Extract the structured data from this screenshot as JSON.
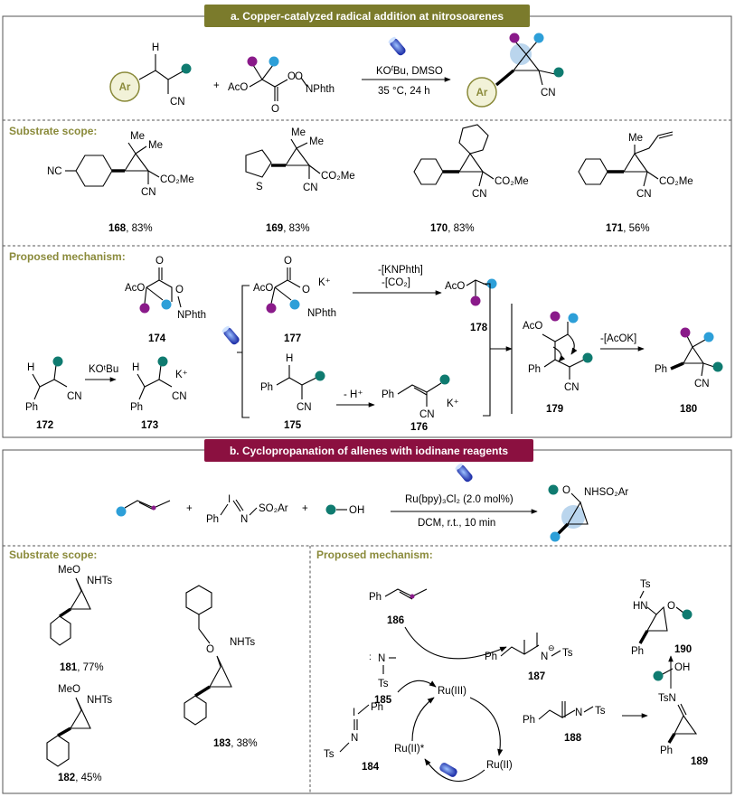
{
  "panel_a": {
    "header": "a. Copper-catalyzed radical addition at nitrosoarenes",
    "reaction": {
      "ar": "Ar",
      "h": "H",
      "cn": "CN",
      "plus": "+",
      "aco": "AcO",
      "o": "O",
      "nphth": "NPhth",
      "cond1": "KO",
      "cond1_sup": "t",
      "cond1_rest": "Bu, DMSO",
      "cond2": "35 °C, 24 h"
    },
    "substrate_scope_title": "Substrate scope:",
    "substrates": [
      {
        "id": "168",
        "yield": ", 83%"
      },
      {
        "id": "169",
        "yield": ", 83%"
      },
      {
        "id": "170",
        "yield": ", 83%"
      },
      {
        "id": "171",
        "yield": ", 56%"
      }
    ],
    "sub_labels": {
      "nc": "NC",
      "me": "Me",
      "co2me": "CO₂Me",
      "s": "S"
    },
    "mechanism_title": "Proposed mechanism:",
    "mech": {
      "c174": "174",
      "c177": "177",
      "c178": "178",
      "c179": "179",
      "c180": "180",
      "c172": "172",
      "c173": "173",
      "c175": "175",
      "c176": "176",
      "kplus": "K⁺",
      "ph": "Ph",
      "kotbu": "KOᵗBu",
      "loss1": "-[KNPhth]",
      "loss2": "-[CO₂]",
      "lossh": "- H⁺",
      "lossacok": "-[AcOK]",
      "nphth": "NPhth",
      "aco": "AcO",
      "o": "O",
      "h": "H",
      "cn": "CN"
    }
  },
  "panel_b": {
    "header": "b. Cyclopropanation of  allenes with iodinane reagents",
    "reaction": {
      "plus": "+",
      "iodinane": "Ph",
      "i": "I",
      "n": "N",
      "so2ar": "SO₂Ar",
      "oh": "OH",
      "cond1": "Ru(bpy)₃Cl₂ (2.0 mol%)",
      "cond2": "DCM, r.t., 10 min",
      "prod_o": "O",
      "prod_nhso2ar": "NHSO₂Ar"
    },
    "substrate_scope_title": "Substrate scope:",
    "substrates": [
      {
        "id": "181",
        "yield": ", 77%",
        "group": "MeO",
        "nh": "NHTs"
      },
      {
        "id": "182",
        "yield": ", 45%",
        "group": "MeO",
        "nh": "NHTs"
      },
      {
        "id": "183",
        "yield": ", 38%",
        "group": "O",
        "nh": "NHTs"
      }
    ],
    "mechanism_title": "Proposed mechanism:",
    "mech": {
      "c184": "184",
      "c185": "185",
      "c186": "186",
      "c187": "187",
      "c188": "188",
      "c189": "189",
      "c190": "190",
      "ru3": "Ru(III)",
      "ru2": "Ru(II)",
      "ru2star": "Ru(II)*",
      "ph": "Ph",
      "ts": "Ts",
      "tsn": "TsN",
      "hn": "HN",
      "n": "N",
      "oh": "OH",
      "i": "I",
      "o": "O"
    }
  },
  "colors": {
    "header_a": "#7b7b2c",
    "header_b": "#8b1040",
    "section_title": "#8a8a3a",
    "purple_dot": "#8a1a8a",
    "blue_dot": "#2d9fd8",
    "teal_dot": "#0f7b70",
    "ar_fill": "#f2f2d8",
    "ar_stroke": "#8a8a3a",
    "highlight": "#a9cbe8",
    "lamp": "#1e2fa8"
  }
}
